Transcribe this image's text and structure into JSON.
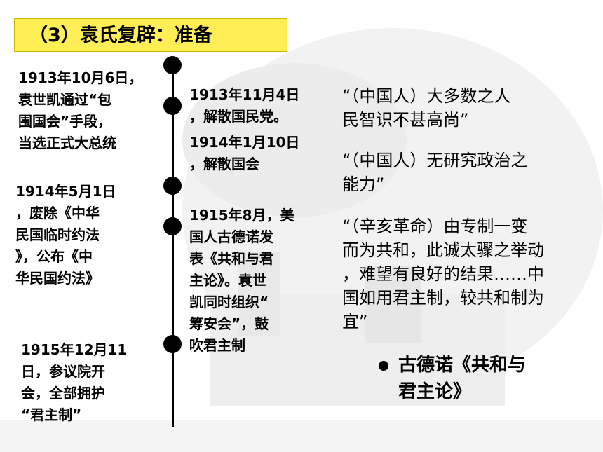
{
  "title": "（3）袁氏复辟：准备",
  "left_events": [
    "1913年10月6日，\n袁世凯通过“包\n围国会”手段，\n当选正式大总统",
    "1914年5月1日\n，废除《中华\n民国临时约法\n》，公布《中\n华民国约法》",
    "1915年12月11\n日，参议院开\n会，全部拥护\n“君主制”"
  ],
  "mid_events": [
    "1913年11月4日\n，解散国民党。",
    "1914年1月10日\n，解散国会",
    "1915年8月，美\n国人古德诺发\n表《共和与君\n主论》。袁世\n凯同时组织“\n筹安会”，鼓\n吹君主制"
  ],
  "quotes": [
    "“（中国人）大多数之人\n民智识不甚高尚”",
    "“（中国人）无研究政治之\n能力”",
    "“（辛亥革命）由专制一变\n而为共和，此诚太骤之举动\n，难望有良好的结果……中\n国如用君主制，较共和制为\n宜”"
  ],
  "source_bullet": "古德诺《共和与\n君主论》"
}
